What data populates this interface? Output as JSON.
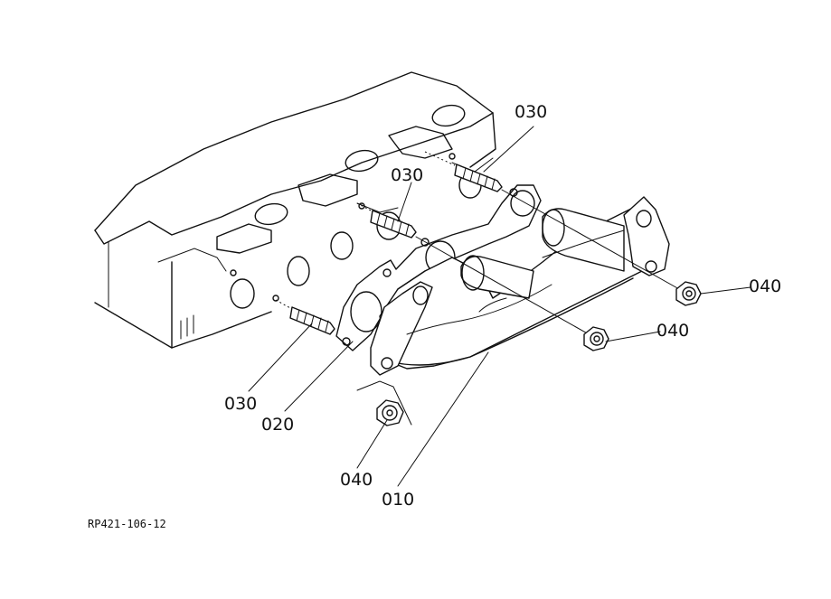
{
  "diagram": {
    "reference_code": "RP421-106-12",
    "callouts": {
      "stud_top": "030",
      "stud_middle": "030",
      "stud_bottom": "030",
      "gasket": "020",
      "manifold": "010",
      "nut_bottom": "040",
      "nut_middle": "040",
      "nut_right": "040"
    }
  }
}
